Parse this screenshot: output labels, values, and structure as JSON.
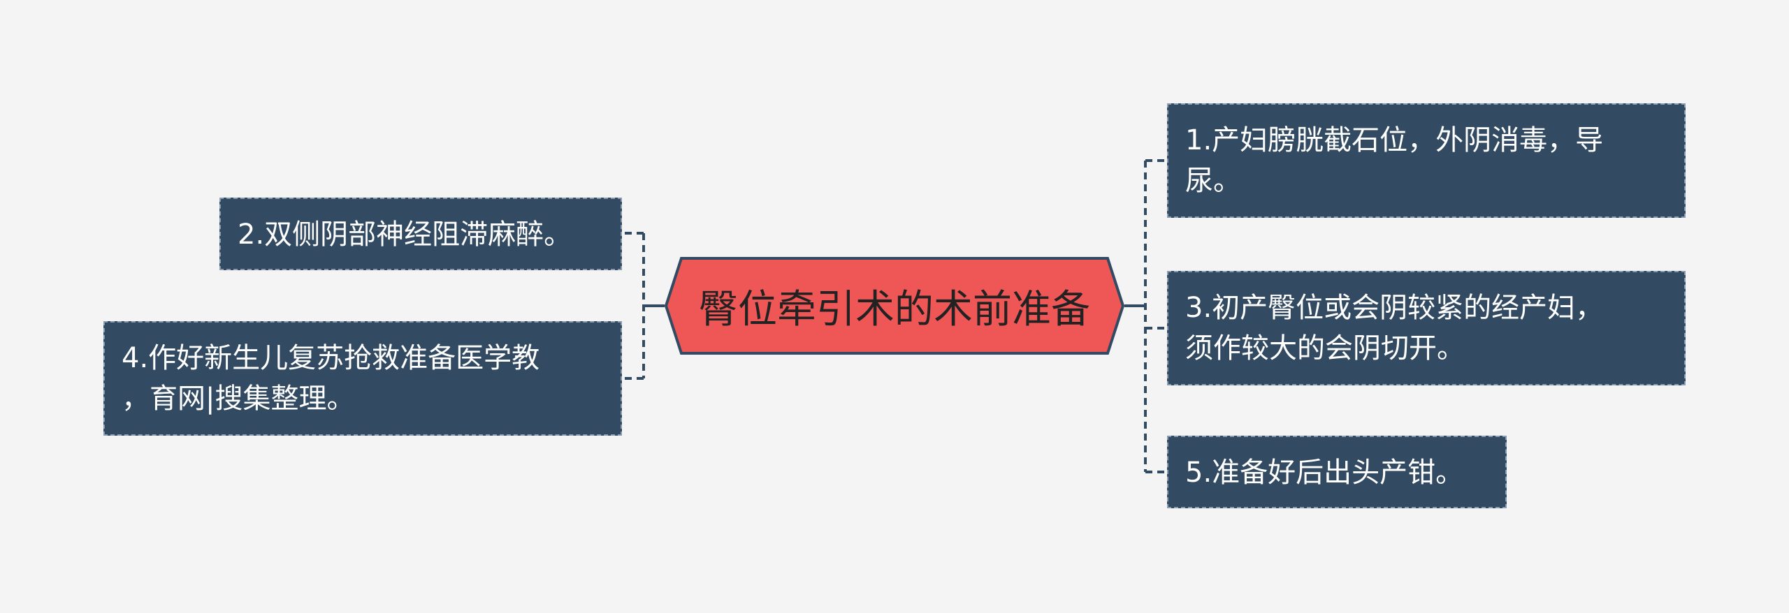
{
  "central": {
    "title": "臀位牵引术的术前准备"
  },
  "branches": [
    {
      "id": "n1",
      "side": "right",
      "lines": [
        "1.产妇膀胱截石位，外阴消毒，导",
        "尿。"
      ]
    },
    {
      "id": "n2",
      "side": "left",
      "lines": [
        "2.双侧阴部神经阻滞麻醉。"
      ]
    },
    {
      "id": "n3",
      "side": "right",
      "lines": [
        "3.初产臀位或会阴较紧的经产妇，",
        "须作较大的会阴切开。"
      ]
    },
    {
      "id": "n4",
      "side": "left",
      "lines": [
        "4.作好新生儿复苏抢救准备医学教",
        "，育网|搜集整理。"
      ]
    },
    {
      "id": "n5",
      "side": "right",
      "lines": [
        "5.准备好后出头产钳。"
      ]
    }
  ],
  "colors": {
    "background": "#f4f4f5",
    "central_fill": "#ef5656",
    "central_border": "#324a62",
    "node_fill": "#324a62",
    "node_border": "#8a9bb0",
    "node_text": "#ffffff",
    "connector": "#324a62"
  }
}
